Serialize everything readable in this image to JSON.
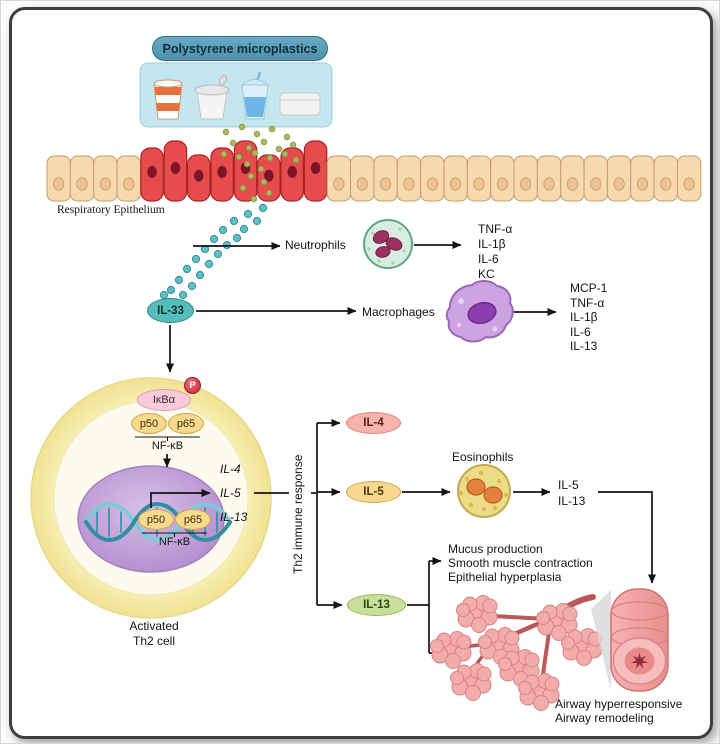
{
  "header": {
    "title": "Polystyrene microplastics"
  },
  "epithelium": {
    "label": "Respiratory Epithelium"
  },
  "mediators": {
    "il33": "IL-33"
  },
  "neutrophils": {
    "label": "Neutrophils",
    "cytokines": [
      "TNF-α",
      "IL-1β",
      "IL-6",
      "KC"
    ]
  },
  "macrophages": {
    "label": "Macrophages",
    "cytokines": [
      "MCP-1",
      "TNF-α",
      "IL-1β",
      "IL-6",
      "IL-13"
    ]
  },
  "th2_cell": {
    "ikba": "IκBα",
    "phospho": "P",
    "p50": "p50",
    "p65": "p65",
    "nfkb": "NF-κB",
    "genes": [
      "IL-4",
      "IL-5",
      "IL-13"
    ],
    "caption": [
      "Activated",
      "Th2 cell"
    ]
  },
  "th2_response": {
    "label": "Th2 immune response",
    "il4": "IL-4",
    "il5": "IL-5",
    "il13": "IL-13"
  },
  "eosinophils": {
    "label": "Eosinophils",
    "cytokines": [
      "IL-5",
      "IL-13"
    ]
  },
  "il13_effects": [
    "Mucus production",
    "Smooth muscle contraction",
    "Epithelial hyperplasia"
  ],
  "outcomes": [
    "Airway hyperresponsive",
    "Airway remodeling"
  ],
  "palette": {
    "pill_blue": "#4f91ab",
    "il33_teal": "#57bdb8",
    "il4_pink": "#f5b3aa",
    "il5_yellow": "#f8d98e",
    "il13_green": "#c7df99",
    "epithelium_tan": "#f7d9ae",
    "damaged_red": "#e64c4c"
  }
}
